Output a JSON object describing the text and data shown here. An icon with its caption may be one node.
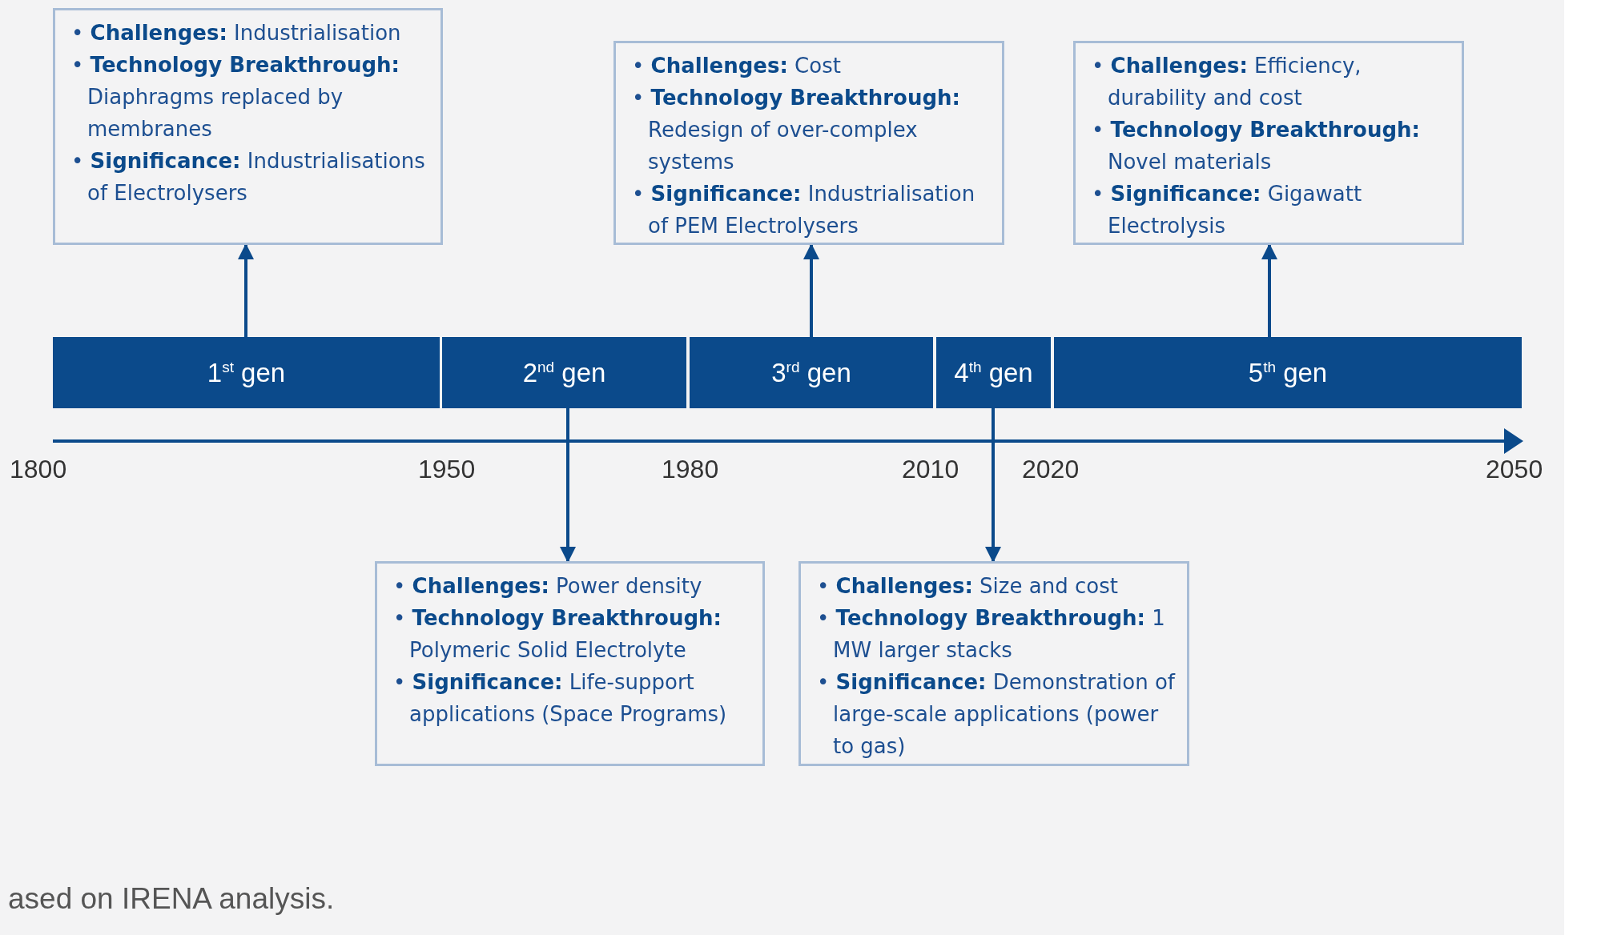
{
  "diagram": {
    "caption": "ased on IRENA analysis.",
    "nodes": [
      {
        "text": [
          "• **Challenges:** Industrialisation",
          "• **Technology Breakthrough:** Diaphragms replaced by membranes",
          "• **Significance:** Industrialisations of Electrolysers"
        ]
      },
      {
        "text": [
          "• **Challenges:** Cost",
          "• **Technology Breakthrough:** Redesign of over-complex systems",
          "• **Significance:** Industrialisation of PEM Electrolysers"
        ]
      },
      {
        "text": [
          "• **Challenges:** Efficiency, durability and cost",
          "• **Technology Breakthrough:** Novel materials",
          "• **Significance:** Gigawatt Electrolysis"
        ]
      },
      {
        "text": [
          "1$^{st}$ gen"
        ]
      },
      {
        "text": [
          "2$^{nd}$ gen"
        ]
      },
      {
        "text": [
          "3$^{rd}$ gen"
        ]
      },
      {
        "text": [
          "4$^{th}$ gen"
        ]
      },
      {
        "text": [
          "5$^{th}$ gen"
        ]
      },
      {
        "text": [
          "• **Challenges:** Power density",
          "• **Technology Breakthrough:** Polymeric Solid Electrolyte",
          "• **Significance:** Life-support applications (Space Programs)"
        ]
      },
      {
        "text": [
          "• **Challenges:** Size and cost",
          "• **Technology Breakthrough:** 1 MW larger stacks",
          "• **Significance:** Demonstration of large-scale applications (power to gas)"
        ]
      }
    ],
    "edges": [
      {
        "from": 3,
        "to": 0,
        "arrow": "to"
      },
      {
        "from": 5,
        "to": 1,
        "arrow": "to"
      },
      {
        "from": 7,
        "to": 2,
        "arrow": "to"
      },
      {
        "from": 4,
        "to": 8,
        "arrow": "to"
      },
      {
        "from": 6,
        "to": 9,
        "arrow": "to"
      }
    ],
    "labels": [
      "1800",
      "1950",
      "1980",
      "2010",
      "2020",
      "2050"
    ]
  }
}
